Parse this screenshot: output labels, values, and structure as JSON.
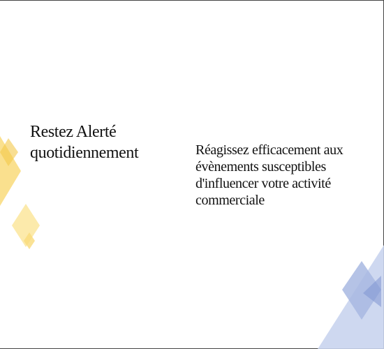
{
  "slide": {
    "heading": "Restez Alerté quotidiennement",
    "body": "Réagissez efficacement aux évènements susceptibles d'influencer votre activité commerciale"
  },
  "decorations": {
    "left_shapes": "yellow-diamond-icons",
    "right_shapes": "blue-triangle-icons",
    "colors": {
      "yellow_light": "#FCE9A6",
      "yellow_mid": "#F9DB7A",
      "yellow_dark": "#F4C84A",
      "blue_light": "#C9D4EE",
      "blue_mid": "#A8B8E2",
      "blue_dark": "#7F96D2"
    }
  }
}
